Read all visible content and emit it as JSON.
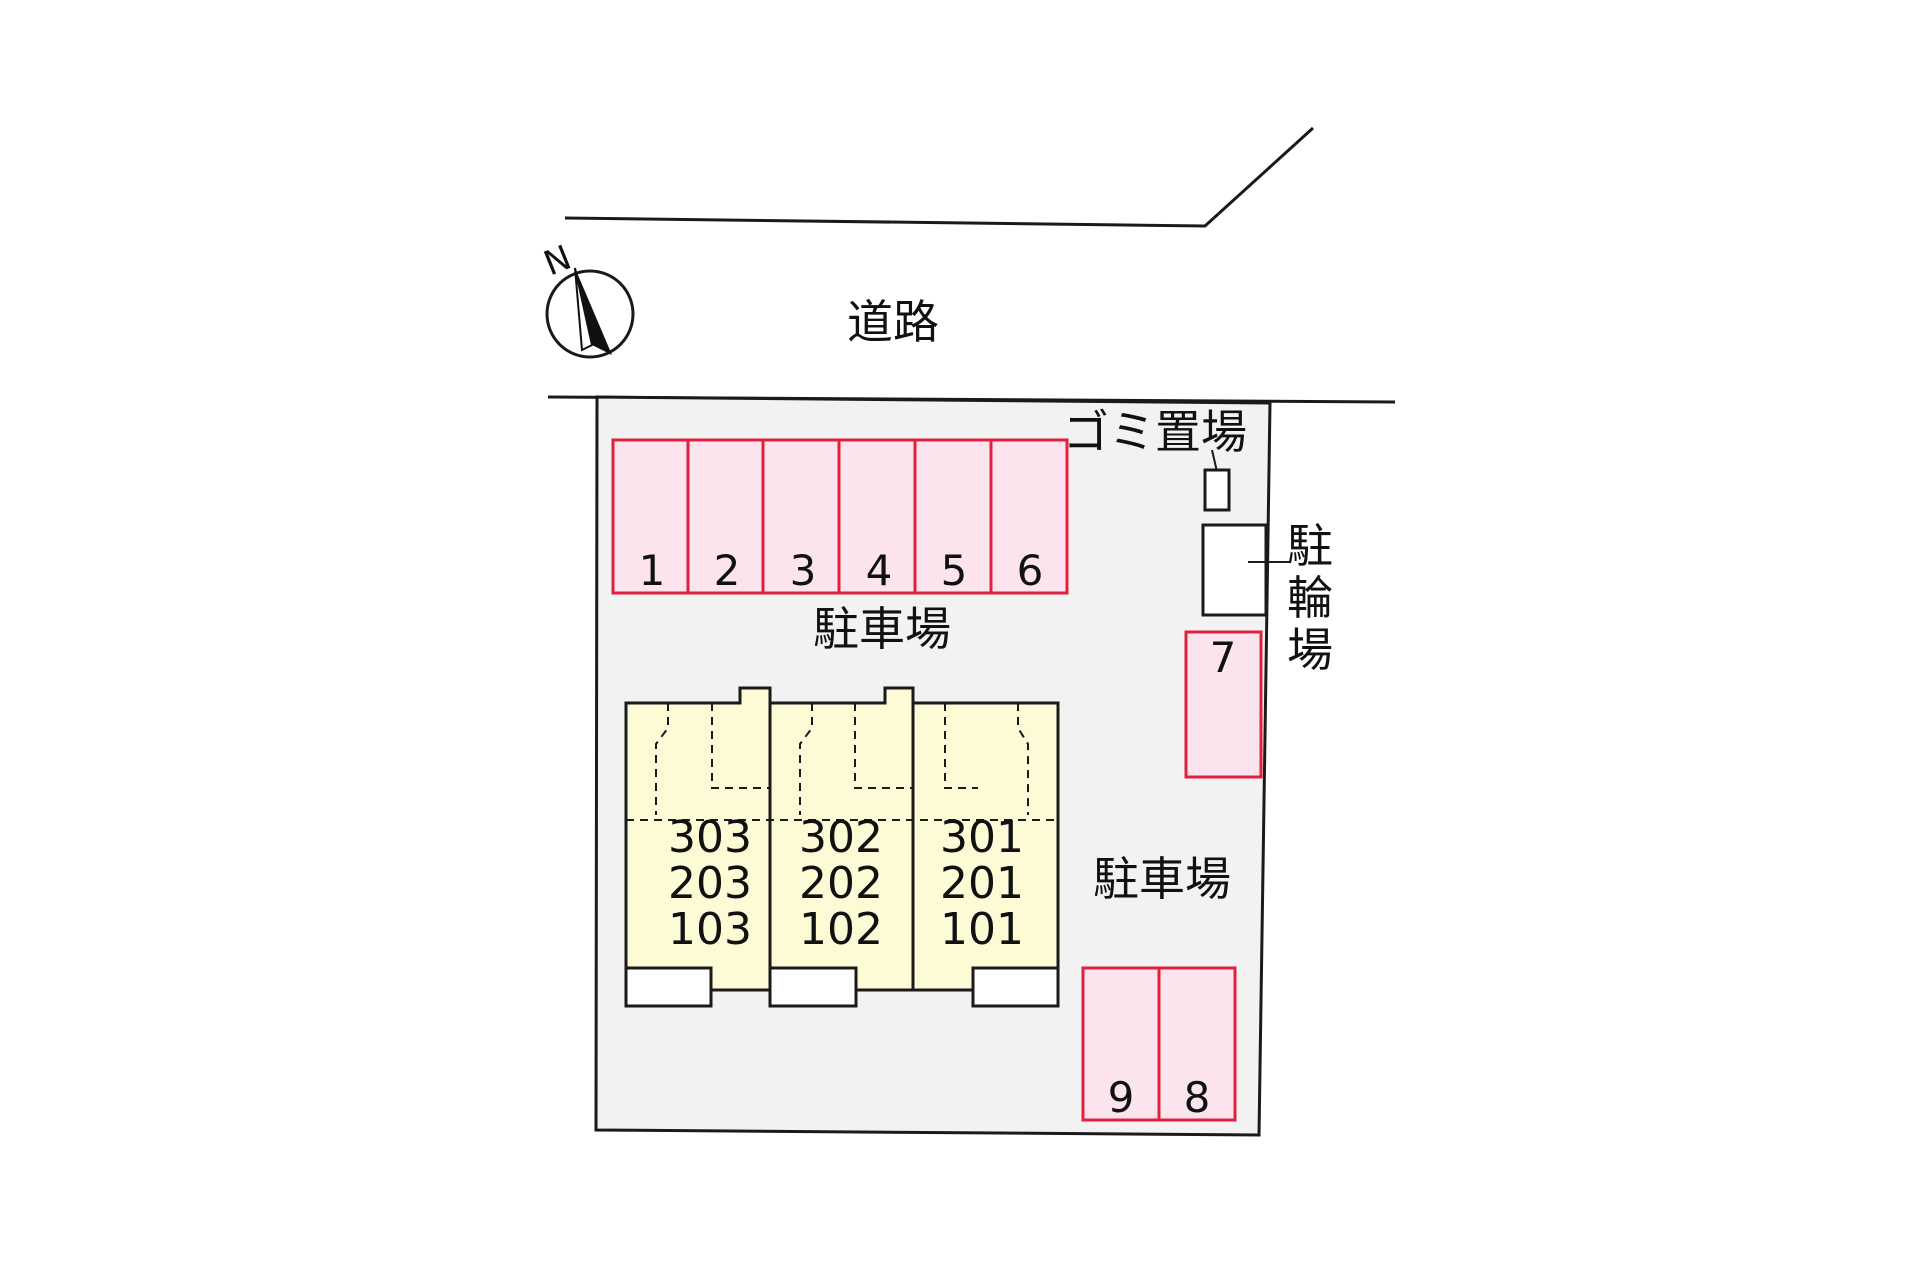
{
  "road": {
    "label": "道路"
  },
  "compass": {
    "letter": "N"
  },
  "garbage": {
    "label": "ゴミ置場"
  },
  "bicycle": {
    "label_lines": [
      "駐",
      "輪",
      "場"
    ]
  },
  "parking_labels": {
    "north": "駐車場",
    "east": "駐車場"
  },
  "parking_spaces": [
    "1",
    "2",
    "3",
    "4",
    "5",
    "6",
    "7",
    "8",
    "9"
  ],
  "units": {
    "west": [
      "303",
      "203",
      "103"
    ],
    "middle": [
      "302",
      "202",
      "102"
    ],
    "east": [
      "301",
      "201",
      "101"
    ]
  },
  "colors": {
    "lot_fill": "#f2f2f2",
    "parking_fill": "#fce4ef",
    "parking_stroke": "#e0203c",
    "building_fill": "#fdfbd6",
    "line": "#1a1a1a"
  }
}
